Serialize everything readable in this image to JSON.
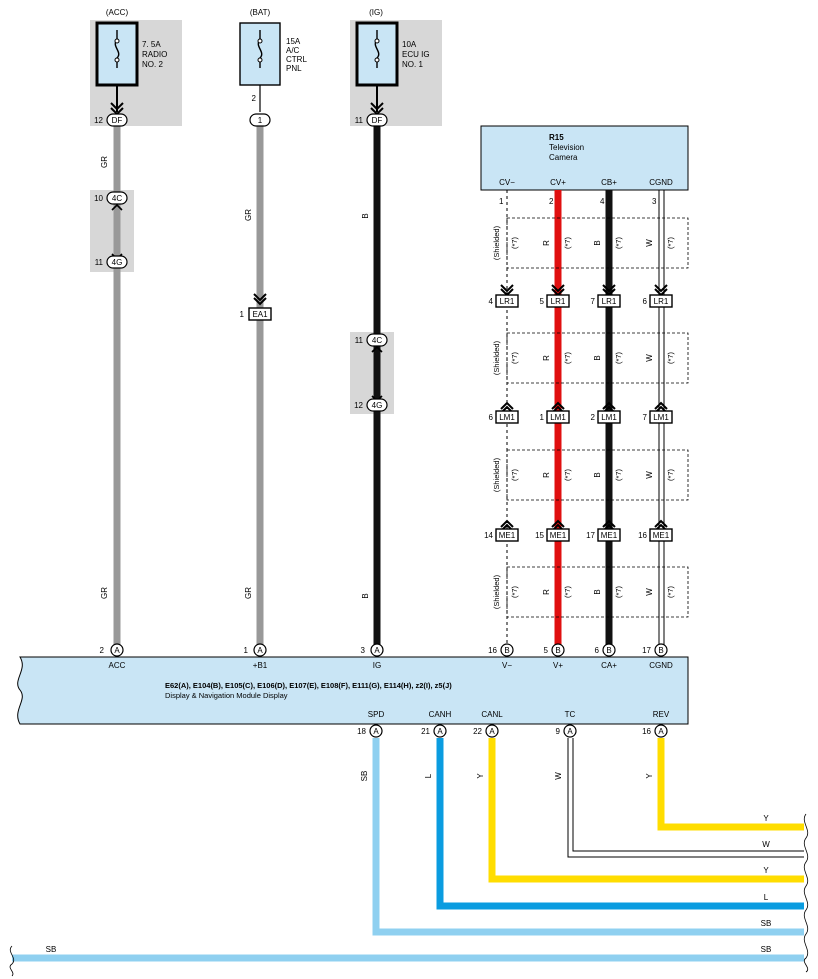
{
  "fuses": [
    {
      "id": "acc",
      "header": "(ACC)",
      "lines": [
        "7. 5A",
        "RADIO",
        "NO. 2"
      ]
    },
    {
      "id": "bat",
      "header": "(BAT)",
      "lines": [
        "15A",
        "A/C",
        "CTRL",
        "PNL"
      ]
    },
    {
      "id": "ig",
      "header": "(IG)",
      "lines": [
        "10A",
        "ECU IG",
        "NO. 1"
      ]
    }
  ],
  "camera": {
    "code": "R15",
    "lines": [
      "Television",
      "Camera"
    ],
    "pins": [
      "CV−",
      "CV+",
      "CB+",
      "CGND"
    ],
    "pin_numbers": [
      "1",
      "2",
      "4",
      "3"
    ]
  },
  "module": {
    "connectors": "E62(A), E104(B), E105(C), E106(D), E107(E), E108(F), E111(G), E114(H), z2(I), z5(J)",
    "name": "Display & Navigation Module Display"
  },
  "left_wires": {
    "acc": {
      "top_pin": "12",
      "top_conn": "DF",
      "j1_pin": "10",
      "j1_conn": "4C",
      "j2_pin": "11",
      "j2_conn": "4G",
      "color_top": "GR",
      "color_bottom": "GR",
      "end_pin": "2",
      "end_conn": "A",
      "end_label": "ACC",
      "color": "#999999"
    },
    "bat": {
      "top_pin": "2",
      "top_conn": "1",
      "ea_pin": "1",
      "ea_conn": "EA1",
      "color_top": "GR",
      "color_bottom": "GR",
      "end_pin": "1",
      "end_conn": "A",
      "end_label": "+B1",
      "color": "#999999"
    },
    "ig": {
      "top_pin": "11",
      "top_conn": "DF",
      "j1_pin": "11",
      "j1_conn": "4C",
      "j2_pin": "12",
      "j2_conn": "4G",
      "color_top": "B",
      "color_bottom": "B",
      "end_pin": "3",
      "end_conn": "A",
      "end_label": "IG",
      "color": "#111111"
    }
  },
  "shield": {
    "label": "(Shielded)",
    "note": "(*7)"
  },
  "cam_wire_colors": [
    "R",
    "B",
    "W"
  ],
  "cam_connectors": [
    {
      "conn": "LR1",
      "pins": [
        "4",
        "5",
        "7",
        "6"
      ]
    },
    {
      "conn": "LM1",
      "pins": [
        "6",
        "1",
        "2",
        "7"
      ]
    },
    {
      "conn": "ME1",
      "pins": [
        "14",
        "15",
        "17",
        "16"
      ]
    }
  ],
  "module_top_pins": {
    "pins": [
      "16",
      "5",
      "6",
      "17"
    ],
    "conn": "B",
    "labels": [
      "V−",
      "V+",
      "CA+",
      "CGND"
    ]
  },
  "module_bottom_pins": [
    {
      "pin": "18",
      "conn": "A",
      "label": "SPD",
      "wire": "SB",
      "color": "#8fd0f0"
    },
    {
      "pin": "21",
      "conn": "A",
      "label": "CANH",
      "wire": "L",
      "color": "#0a9ce0"
    },
    {
      "pin": "22",
      "conn": "A",
      "label": "CANL",
      "wire": "Y",
      "color": "#ffdd00"
    },
    {
      "pin": "9",
      "conn": "A",
      "label": "TC",
      "wire": "W",
      "color": "#ffffff"
    },
    {
      "pin": "16",
      "conn": "A",
      "label": "REV",
      "wire": "Y",
      "color": "#ffdd00"
    }
  ],
  "right_labels": [
    "Y",
    "W",
    "Y",
    "L",
    "SB",
    "SB"
  ],
  "left_sb_label": "SB",
  "colors": {
    "module_fill": "#c9e5f5",
    "fuse_area": "#d7d7d7",
    "red": "#e01010",
    "black": "#111111",
    "gray": "#999999",
    "shield_box": "#000000"
  }
}
